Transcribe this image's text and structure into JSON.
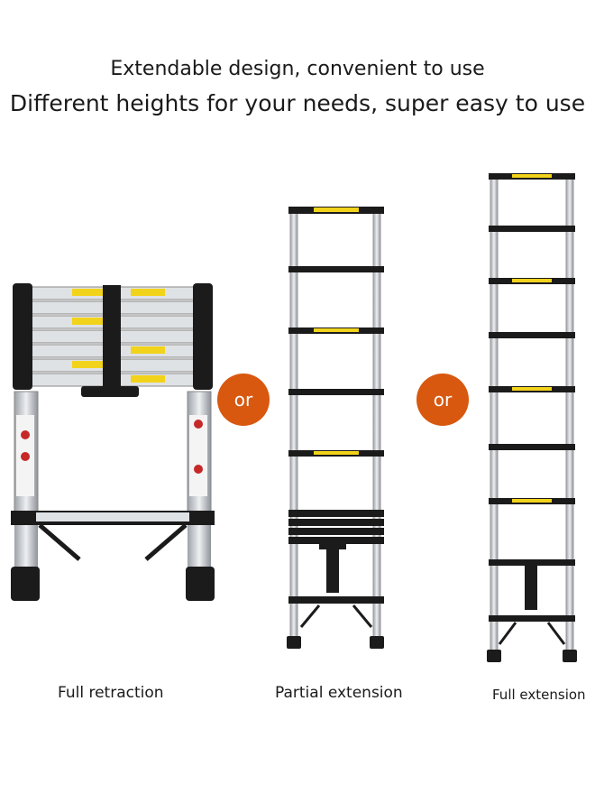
{
  "headline": {
    "line1": "Extendable design, convenient to use",
    "line2": "Different heights for your needs, super easy to use"
  },
  "captions": [
    "Full retraction",
    "Partial extension",
    "Full extension"
  ],
  "separator_label": "or",
  "colors": {
    "accent_orange": "#d8580f",
    "rail_silver": "#c9ccd0",
    "rung_black": "#1b1b1b",
    "label_yellow": "#f2d31b"
  }
}
